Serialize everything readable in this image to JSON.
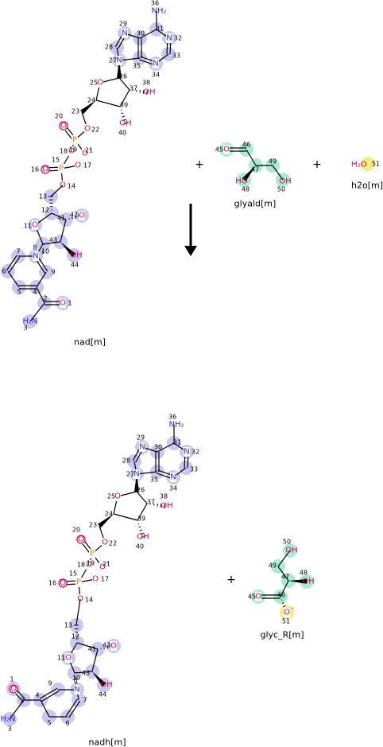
{
  "reaction": {
    "reactants": [
      {
        "name": "nad[m]"
      },
      {
        "name": "glyald[m]"
      },
      {
        "name": "h2o[m]"
      }
    ],
    "products": [
      {
        "name": "nadh[m]"
      },
      {
        "name": "glyc_R[m]"
      }
    ],
    "plus_sign": "+",
    "colors": {
      "purine_highlight": "#c8c8f0",
      "glyald_highlight": "#a8ecd4",
      "water_highlight": "#f0f080",
      "oxygen": "#e8005a",
      "nitrogen": "#2b2be0",
      "phosphorus": "#e08a00",
      "bond": "#000000"
    }
  }
}
